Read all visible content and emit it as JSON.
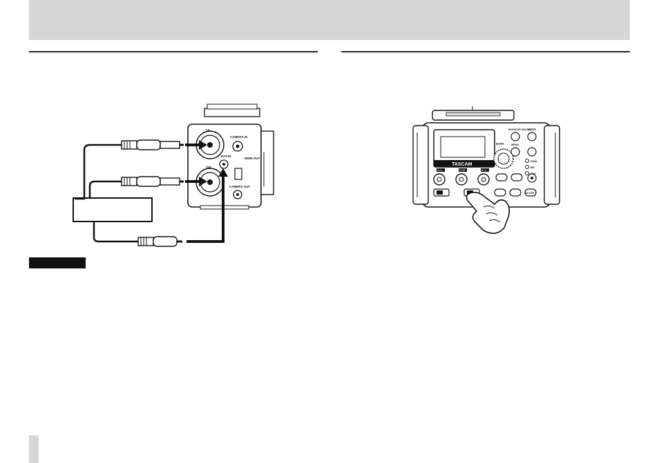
{
  "page": {
    "header_band": "",
    "note_label": ""
  },
  "figure_left": {
    "device_jacks": {
      "in1": "1/L",
      "in2": "2/R",
      "camera_in": "CAMERA IN",
      "mic_in": "EXT-IN",
      "hdmi": "HDMI OUT",
      "camera_out": "CAMERA OUT"
    }
  },
  "figure_right": {
    "labels": {
      "monitor_select": "MONITOR SELECT",
      "mixer": "MIXER",
      "menu": "MENU",
      "data": "DATA",
      "brand": "TASCAM",
      "slate": "SLATE",
      "ch1": "1 / L",
      "ch2": "2 / R",
      "ch3": "3 / L",
      "dual": "DUAL",
      "ms": "MS",
      "rec": "REC"
    }
  }
}
